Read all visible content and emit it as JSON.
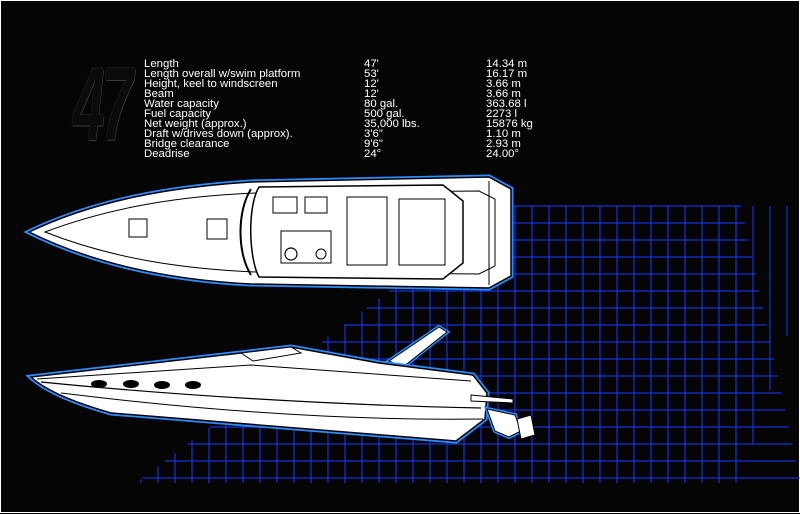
{
  "model_number": "47",
  "specifications": [
    {
      "label": "Length",
      "imperial": "47'",
      "metric": "14.34 m"
    },
    {
      "label": "Length overall w/swim platform",
      "imperial": "53'",
      "metric": "16.17 m"
    },
    {
      "label": "Height, keel to windscreen",
      "imperial": "12'",
      "metric": "3.66 m"
    },
    {
      "label": "Beam",
      "imperial": "12'",
      "metric": "3.66 m"
    },
    {
      "label": "Water capacity",
      "imperial": "80 gal.",
      "metric": "363.68 l"
    },
    {
      "label": "Fuel capacity",
      "imperial": "500 gal.",
      "metric": "2273 l"
    },
    {
      "label": "Net weight (approx.)",
      "imperial": "35,000 lbs.",
      "metric": "15876 kg"
    },
    {
      "label": "Draft w/drives down (approx).",
      "imperial": "3'6\"",
      "metric": "1.10 m"
    },
    {
      "label": "Bridge clearance",
      "imperial": "9'6\"",
      "metric": "2.93 m"
    },
    {
      "label": "Deadrise",
      "imperial": "24°",
      "metric": "24.00°"
    }
  ],
  "colors": {
    "background": "#050505",
    "grid": "#1a3cff",
    "hull_outline": "#2d8cff",
    "hull_fill": "#ffffff",
    "text": "#ffffff"
  },
  "illustrations": {
    "top_view": "boat-plan-view",
    "side_view": "boat-profile-view",
    "background_grid": "perspective-grid"
  }
}
